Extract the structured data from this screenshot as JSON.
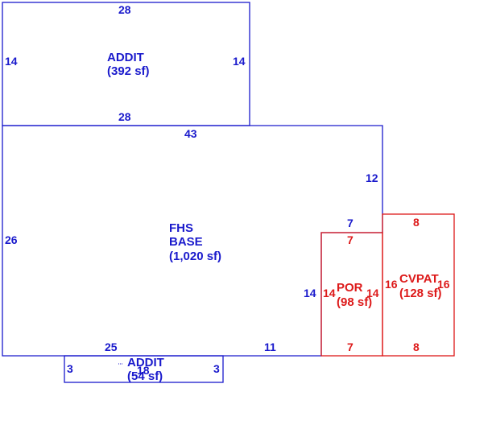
{
  "colors": {
    "main": "#1a1acc",
    "porch": "#dd1a1a"
  },
  "areas": {
    "addit_top": {
      "name": "ADDIT",
      "area": "(392 sf)"
    },
    "base": {
      "name_line1": "FHS",
      "name_line2": "BASE",
      "area": "(1,020 sf)"
    },
    "por": {
      "name": "POR",
      "area": "(98 sf)"
    },
    "cvpat": {
      "name": "CVPAT",
      "area": "(128 sf)"
    },
    "addit_small": {
      "name": "ADDIT",
      "area": "(54 sf)"
    }
  },
  "dimensions": {
    "addit_top": {
      "top": "28",
      "left": "14",
      "right": "14",
      "bottom": "28"
    },
    "base": {
      "top": "43",
      "right": "12",
      "left": "26",
      "step_top": "7",
      "step_side": "14",
      "bottom_left": "25",
      "bottom_right": "11"
    },
    "por": {
      "top": "7",
      "left": "14",
      "right": "14",
      "bottom": "7"
    },
    "cvpat": {
      "top": "8",
      "left": "16",
      "right": "16",
      "bottom": "8"
    },
    "addit_small": {
      "left": "3",
      "right": "3",
      "top": "18"
    }
  }
}
